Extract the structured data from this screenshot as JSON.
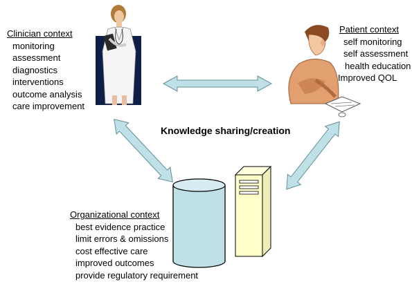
{
  "center_label": "Knowledge sharing/creation",
  "clinician": {
    "title": "Clinician context",
    "items": [
      "monitoring",
      "assessment",
      "diagnostics",
      "interventions",
      "outcome analysis",
      "care improvement"
    ]
  },
  "patient": {
    "title": "Patient context",
    "items": [
      "self monitoring",
      "self assessment",
      "health education",
      "Improved QOL"
    ]
  },
  "organization": {
    "title": "Organizational context",
    "items": [
      "best evidence practice",
      "limit errors & omissions",
      "cost effective care",
      "improved outcomes",
      "provide regulatory requirement"
    ]
  },
  "colors": {
    "arrow_fill": "#bfe0e6",
    "arrow_stroke": "#5f8f98",
    "cylinder": "#bfe0e6",
    "server": "#ffffcc"
  }
}
